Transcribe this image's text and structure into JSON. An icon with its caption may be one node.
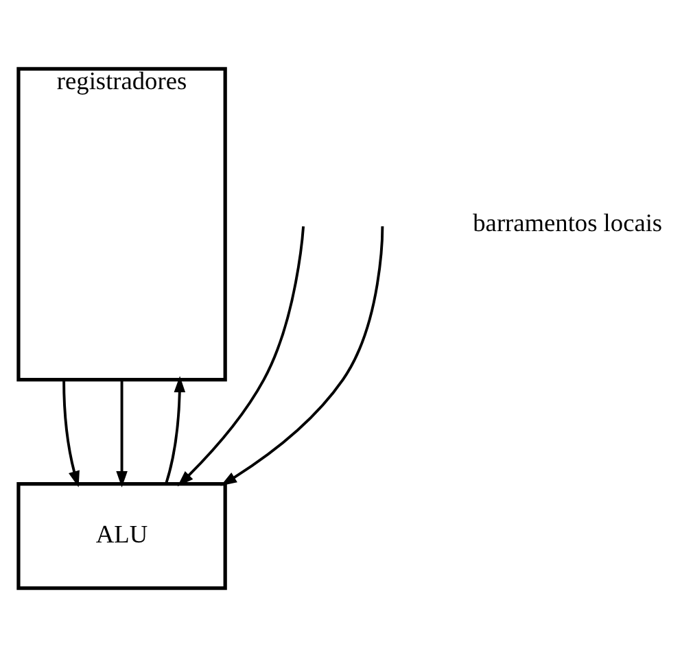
{
  "diagram": {
    "nodes": [
      {
        "text": [
          "registradores"
        ]
      },
      {
        "text": [
          "ALU"
        ]
      }
    ],
    "edges": [
      {
        "from": null,
        "to": 1,
        "arrow": "to"
      },
      {
        "from": 0,
        "to": 1,
        "arrow": "to"
      },
      {
        "from": null,
        "to": 1,
        "arrow": "to"
      },
      {
        "from": 0,
        "to": 1,
        "arrow": "to"
      },
      {
        "from": 1,
        "to": 0,
        "arrow": "to"
      }
    ],
    "labels": [
      "barramentos locais"
    ]
  }
}
